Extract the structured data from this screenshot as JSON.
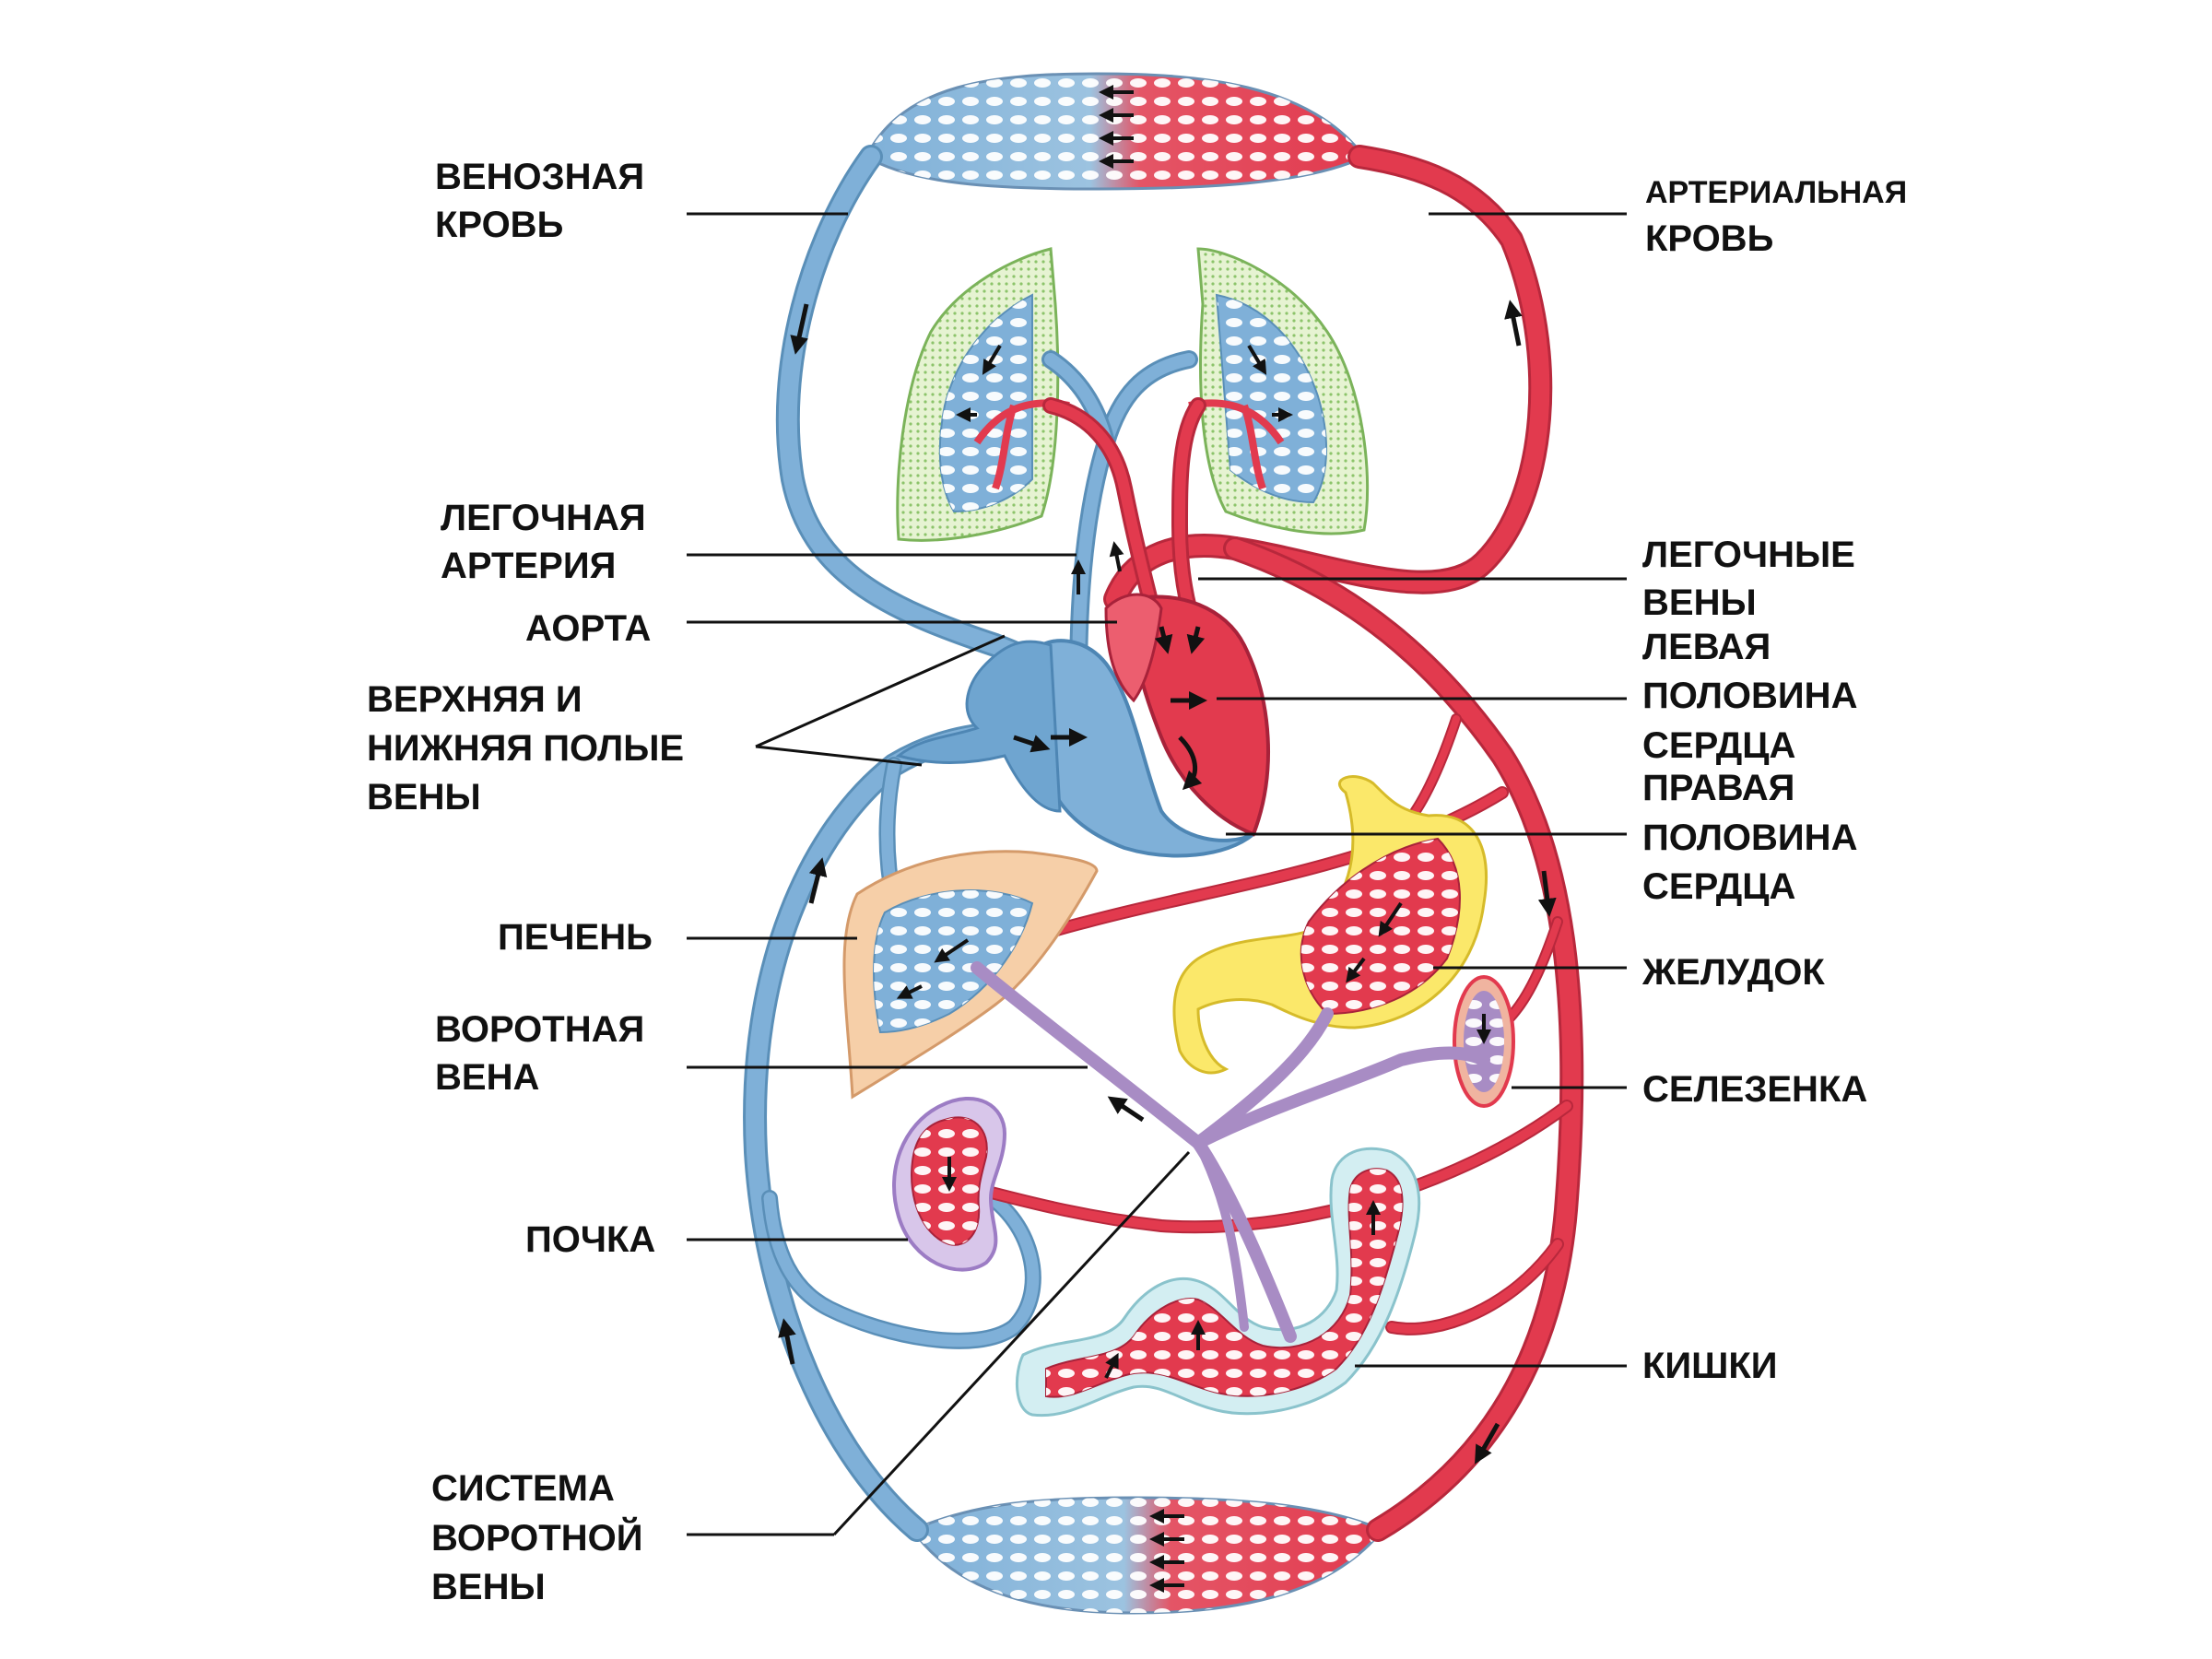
{
  "labels": {
    "venous_blood": [
      "ВЕНОЗНАЯ",
      "КРОВЬ"
    ],
    "arterial_blood": [
      "АРТЕРИАЛЬНАЯ",
      "КРОВЬ"
    ],
    "pulmonary_artery": [
      "ЛЕГОЧНАЯ",
      "АРТЕРИЯ"
    ],
    "aorta": [
      "АОРТА"
    ],
    "venae_cavae": [
      "ВЕРХНЯЯ И",
      "НИЖНЯЯ ПОЛЫЕ",
      "ВЕНЫ"
    ],
    "pulmonary_veins": [
      "ЛЕГОЧНЫЕ",
      "ВЕНЫ"
    ],
    "left_heart": [
      "ЛЕВАЯ",
      "ПОЛОВИНА",
      "СЕРДЦА"
    ],
    "right_heart": [
      "ПРАВАЯ",
      "ПОЛОВИНА",
      "СЕРДЦА"
    ],
    "liver": [
      "ПЕЧЕНЬ"
    ],
    "portal_vein": [
      "ВОРОТНАЯ",
      "ВЕНА"
    ],
    "stomach": [
      "ЖЕЛУДОК"
    ],
    "spleen": [
      "СЕЛЕЗЕНКА"
    ],
    "kidney": [
      "ПОЧКА"
    ],
    "intestines": [
      "КИШКИ"
    ],
    "portal_system": [
      "СИСТЕМА",
      "ВОРОТНОЙ",
      "ВЕНЫ"
    ]
  },
  "colors": {
    "venous": "#7fb0d8",
    "arterial": "#e23a4e",
    "portal": "#a88cc4",
    "lung_tissue": "#d9ecc0",
    "liver_tissue": "#f6cfa8",
    "stomach_tissue": "#fbe86a",
    "intestine_tissue": "#d3eef2",
    "kidney_tissue": "#d8c6ea"
  }
}
